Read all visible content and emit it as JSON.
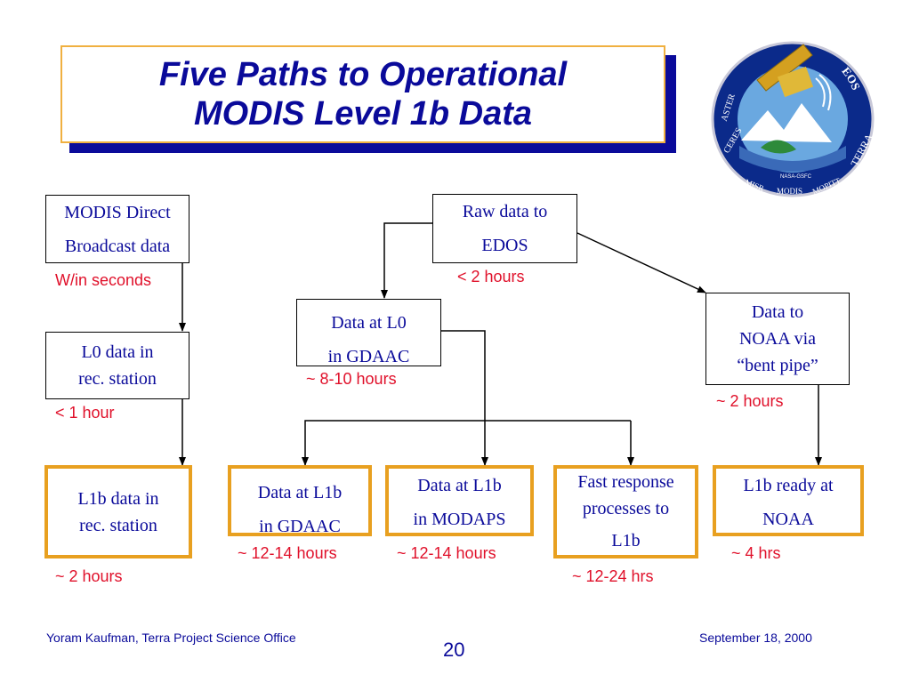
{
  "slide": {
    "title_line1": "Five Paths to Operational",
    "title_line2": "MODIS Level 1b Data",
    "logo": {
      "icon": "eos-terra-mission-patch",
      "text_top": "EOS",
      "text_right": "TERRA",
      "text_left": "ASTER",
      "text_left2": "CERES",
      "text_bottom": "MISR",
      "text_bottom2": "MODIS",
      "text_bottom3": "MOPITT",
      "text_center": "NASA-GSFC"
    },
    "colors": {
      "title": "#0a0a9a",
      "accent": "#e8a020",
      "timing": "#e0102a",
      "shadow": "#0a0a9a"
    }
  },
  "boxes": {
    "modis_direct": {
      "line1": "MODIS Direct",
      "line2": "Broadcast data"
    },
    "raw_edos": {
      "line1": "Raw data to",
      "line2": "EDOS"
    },
    "l0_gdaac": {
      "line1": "Data at L0",
      "line2": "in GDAAC"
    },
    "noaa_bent": {
      "line1": "Data to",
      "line2": "NOAA via",
      "line3": "“bent pipe”"
    },
    "l0_rec": {
      "line1": "L0 data in",
      "line2": "rec. station"
    },
    "l1b_rec": {
      "line1": "L1b data in",
      "line2": "rec. station"
    },
    "l1b_gdaac": {
      "line1": "Data at L1b",
      "line2": "in GDAAC"
    },
    "l1b_modaps": {
      "line1": "Data at L1b",
      "line2": "in MODAPS"
    },
    "fast_response": {
      "line1": "Fast response",
      "line2": "processes  to",
      "line3": "L1b"
    },
    "l1b_noaa": {
      "line1": "L1b ready at",
      "line2": "NOAA"
    }
  },
  "timings": {
    "within_seconds": "W/in seconds",
    "lt_2_hours": "< 2 hours",
    "h_8_10": "~ 8-10 hours",
    "h_2_noaa": "~ 2 hours",
    "lt_1_hour": "< 1 hour",
    "h_12_14_gdaac": "~ 12-14 hours",
    "h_12_14_modaps": "~ 12-14 hours",
    "hrs_4": "~ 4 hrs",
    "h_2_rec": "~ 2 hours",
    "hrs_12_24": "~ 12-24 hrs"
  },
  "footer": {
    "left": "Yoram Kaufman, Terra Project Science Office",
    "page": "20",
    "date": "September 18, 2000"
  }
}
